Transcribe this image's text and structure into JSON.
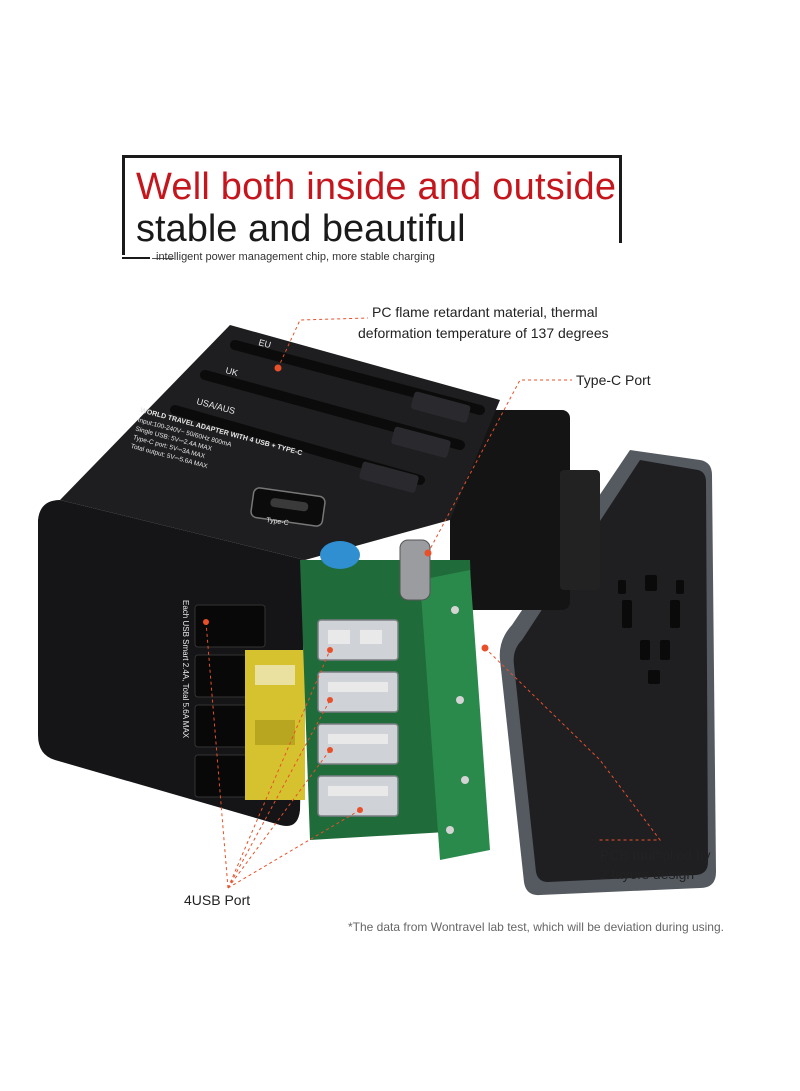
{
  "header": {
    "headline_red": "Well both inside and outside",
    "headline_black": "stable and beautiful",
    "subline": "intelligent power management chip, more stable charging"
  },
  "callouts": {
    "material_line1": "PC flame retardant material, thermal",
    "material_line2": "deformation temperature of 137 degrees",
    "type_c": "Type-C Port",
    "pcb_line1": "PCB multiplied by",
    "pcb_line2": "2 layers design",
    "usb": "4USB Port"
  },
  "device_labels": {
    "eu": "EU",
    "uk": "UK",
    "usa_aus": "USA/AUS",
    "spec_title": "WORLD TRAVEL ADAPTER WITH 4 USB + TYPE-C",
    "spec_input": "Input:100-240V~ 50/60Hz 800mA",
    "spec_single_usb": "Single USB: 5V⎓2.4A MAX",
    "spec_type_c": "Type-C port: 5V⎓3A MAX",
    "spec_total": "Total output: 5V⎓5.6A MAX",
    "type_c_port": "Type-C",
    "usb_side": "Each USB Smart 2.4A, Total 5.6A MAX"
  },
  "footnote": "*The data from Wontravel lab test, which will be deviation during using.",
  "colors": {
    "accent_red": "#c4161c",
    "text_dark": "#1a1a1a",
    "callout_dot": "#e8502a"
  }
}
